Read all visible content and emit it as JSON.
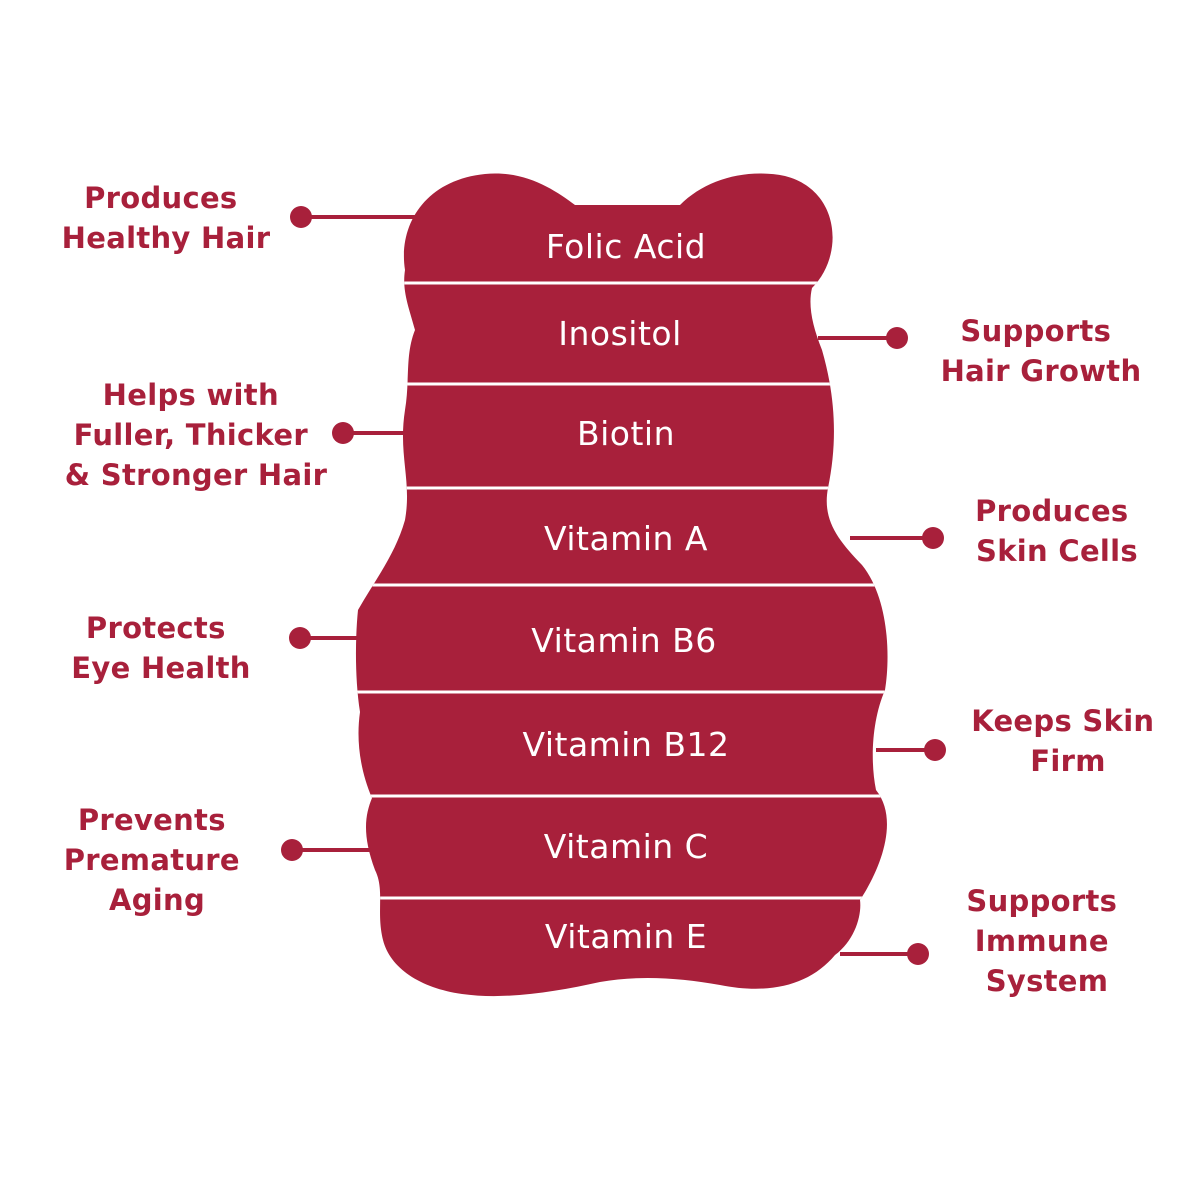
{
  "colors": {
    "primary": "#a8203b",
    "divider": "#ffffff",
    "background": "#ffffff"
  },
  "ingredients": [
    "Folic Acid",
    "Inositol",
    "Biotin",
    "Vitamin A",
    "Vitamin B6",
    "Vitamin B12",
    "Vitamin C",
    "Vitamin E"
  ],
  "benefits": [
    {
      "ingredient": "Folic Acid",
      "lines": [
        "Produces",
        "Healthy Hair"
      ]
    },
    {
      "ingredient": "Inositol",
      "lines": [
        "Supports",
        "Hair Growth"
      ]
    },
    {
      "ingredient": "Biotin",
      "lines": [
        "Helps with",
        "Fuller, Thicker",
        "& Stronger Hair"
      ]
    },
    {
      "ingredient": "Vitamin A",
      "lines": [
        "Produces",
        "Skin Cells"
      ]
    },
    {
      "ingredient": "Vitamin B6",
      "lines": [
        "Protects",
        "Eye Health"
      ]
    },
    {
      "ingredient": "Vitamin B12",
      "lines": [
        "Keeps Skin",
        "Firm"
      ]
    },
    {
      "ingredient": "Vitamin C",
      "lines": [
        "Prevents",
        "Premature",
        "Aging"
      ]
    },
    {
      "ingredient": "Vitamin E",
      "lines": [
        "Supports",
        "Immune",
        "System"
      ]
    }
  ]
}
